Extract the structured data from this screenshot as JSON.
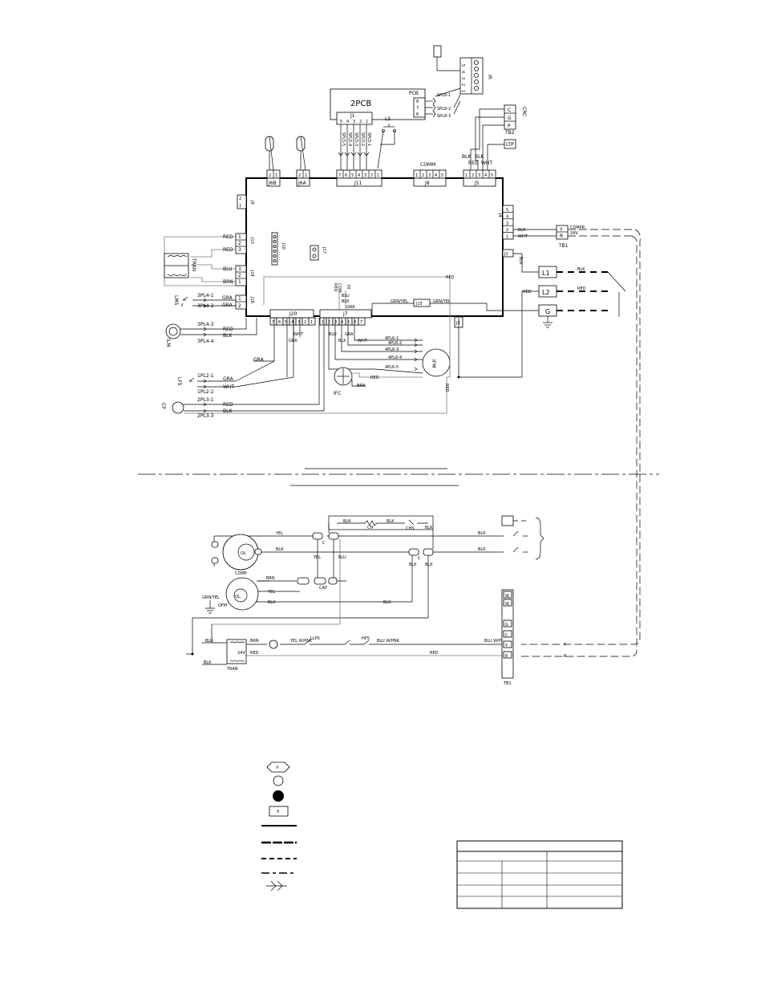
{
  "pcb": {
    "label_2pcb": "2PCB",
    "label_pcb": "PCB",
    "j1_label": "J1",
    "j1_pins": [
      "5",
      "4",
      "3",
      "2",
      "1"
    ],
    "j1_wires": [
      "SPL5-5",
      "SPL5-4",
      "SPL5-3",
      "SPL5-2",
      "SPL5-1"
    ],
    "side_pins": [
      "8",
      "7",
      "6"
    ],
    "spl8": [
      "SPL8-1",
      "SPL8-2",
      "SPL8-3"
    ],
    "ls_label": "LS"
  },
  "ir": {
    "label": "IR",
    "pins": [
      "5",
      "4",
      "3",
      "2",
      "1"
    ]
  },
  "tb2": {
    "label": "TB2",
    "crc_label": "CRC",
    "pins": [
      "C",
      "G",
      "P"
    ],
    "wires": [
      "BLK",
      "RED",
      "BLK",
      "WHT"
    ],
    "ltp_label": "LTP"
  },
  "main_board": {
    "connectors": [
      {
        "label": "J6B",
        "pins": [
          "2",
          "1"
        ]
      },
      {
        "label": "J6A",
        "pins": [
          "2",
          "1"
        ]
      },
      {
        "label": "J11",
        "pins": [
          "7",
          "6",
          "5",
          "4",
          "3",
          "2",
          "1"
        ]
      },
      {
        "label": "J8",
        "pins": [
          "1",
          "2",
          "3",
          "4",
          "5"
        ]
      },
      {
        "label": "J5",
        "pins": [
          "1",
          "2",
          "3",
          "4",
          "5"
        ]
      }
    ],
    "comm_label": "COMM",
    "j9": {
      "label": "J9",
      "pins": [
        "2",
        "1"
      ]
    },
    "j13": {
      "label": "J13",
      "pins": [
        "1",
        "2",
        "3"
      ]
    },
    "j14": {
      "label": "J14",
      "pins": [
        "3",
        "2",
        "1"
      ]
    },
    "j18": {
      "label": "J18",
      "pins": [
        "1",
        "2"
      ]
    },
    "j10": {
      "label": "J10"
    },
    "j17": {
      "label": "J17"
    },
    "j4": {
      "label": "J4",
      "pins": [
        "5",
        "4",
        "3",
        "2",
        "1"
      ]
    },
    "j1": {
      "label": "J1"
    },
    "j20": {
      "label": "J20",
      "pins": [
        "7",
        "6",
        "5",
        "4",
        "3",
        "2",
        "1"
      ]
    },
    "j7": {
      "label": "J7",
      "pins": [
        "1",
        "2",
        "3",
        "4",
        "5",
        "6",
        "7"
      ]
    },
    "j3": {
      "label": "J3"
    },
    "j15": {
      "label": "J15"
    }
  },
  "left_side": {
    "tran_label": "TRAN",
    "tran_wires": [
      "RED",
      "RED",
      "BLU",
      "BRN"
    ],
    "lms_label": "LMS",
    "lms_wires": [
      "GRA",
      "GRA"
    ],
    "lms_plugs": [
      "3PL4-1",
      "3PL4-2"
    ],
    "ilm_label": "ILM",
    "ilm_wires": [
      "RED",
      "BLK"
    ],
    "ilm_plugs": [
      "3PL4-3",
      "3PL4-4"
    ],
    "lfs_label": "LFS",
    "lfs_wires": [
      "GRA",
      "WHT"
    ],
    "lfs_plugs": [
      "1PL2-1",
      "1PL2-2"
    ],
    "cp_label": "CP",
    "cp_wires": [
      "RED",
      "BLK"
    ],
    "cp_plugs": [
      "2PL3-1",
      "2PL3-3"
    ],
    "gra_label": "GRA"
  },
  "bottom_board": {
    "j20_wires": [
      "WHT",
      "GRA"
    ],
    "j7_wires": [
      "BLU",
      "BLK",
      "GRA",
      "WHT"
    ],
    "top_wires": [
      "RED",
      "COM",
      "BLU",
      "BLK",
      "GRA",
      "HI"
    ],
    "ifm_label": "IFM",
    "ifm_plugs": [
      "4PL6-1",
      "4PL6-2",
      "4PL6-3",
      "4PL6-4",
      "4PL6-5"
    ],
    "ifc_label": "IFC",
    "ifc_wires": [
      "RED",
      "BRN"
    ],
    "grn_yel": [
      "GRN/YEL",
      "GRN/YEL"
    ],
    "red_label": "RED"
  },
  "tb1": {
    "label": "TB1",
    "pins": [
      "Y",
      "R"
    ],
    "compr_label": "COMPR",
    "v24_label": "24V",
    "wires": [
      "BLK",
      "WHT"
    ]
  },
  "power": {
    "terminals": [
      "L1",
      "L2",
      "G"
    ],
    "wires": [
      "BLK",
      "RED"
    ]
  },
  "outdoor": {
    "ch_label": "CH",
    "chs_label": "CHS",
    "wires_top": [
      "BLK",
      "BLK",
      "BLK",
      "BLK"
    ],
    "c_label": "C",
    "yel": "YEL",
    "blk": "BLK",
    "blu": "BLU",
    "comp_label": "COMP",
    "comp_ol": "OL",
    "brn": "BRN",
    "cap_label": "CAP",
    "grn_yel": "GRN/YEL",
    "ofm_label": "OFM",
    "ofm_wires": [
      "BRN",
      "YEL",
      "BLK"
    ],
    "tran_label": "TRAN",
    "tran_24v": "24V",
    "tran_wires": [
      "BLU",
      "BLK",
      "BRN",
      "RED"
    ],
    "switch_labels": [
      "LLPS",
      "HPS"
    ],
    "yel_pnk": "YEL W/PNK",
    "blu_pnk": "BLU W/PNK",
    "red": "RED",
    "tb1_label": "TB1",
    "tb1_pins": [
      "W",
      "W",
      "G",
      "C",
      "Y",
      "R"
    ],
    "tb_out_wires": [
      "BLU W/PNK",
      "RED"
    ],
    "yr_labels": [
      "Y",
      "R"
    ],
    "contactor_wires": [
      "BLK",
      "BLK",
      "BLK",
      "BLK",
      "BLK"
    ]
  },
  "legend": {
    "items": [
      "X",
      "",
      "",
      "X"
    ]
  }
}
